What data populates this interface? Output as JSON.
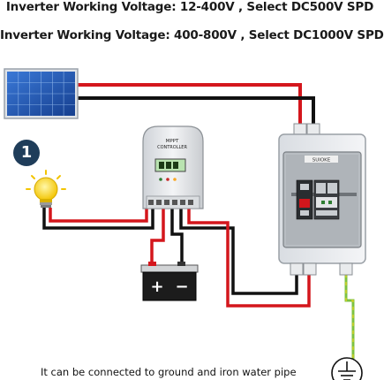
{
  "header": {
    "line1": "Inverter Working Voltage: 12-400V , Select DC500V SPD",
    "line2": "Inverter Working Voltage: 400-800V , Select DC1000V SPD"
  },
  "step_badge": "1",
  "controller": {
    "label_line1": "MPPT",
    "label_line2": "CONTROLLER"
  },
  "combiner_box": {
    "brand": "SUIOKE"
  },
  "battery": {
    "positive": "+",
    "negative": "−"
  },
  "footer": {
    "note": "It can be connected to ground and iron water pipe"
  },
  "colors": {
    "wire_positive": "#d4161c",
    "wire_negative": "#111111",
    "ground_wire": "#7cc242",
    "panel_blue": "#1e4fa8",
    "badge": "#1f3d5a"
  }
}
